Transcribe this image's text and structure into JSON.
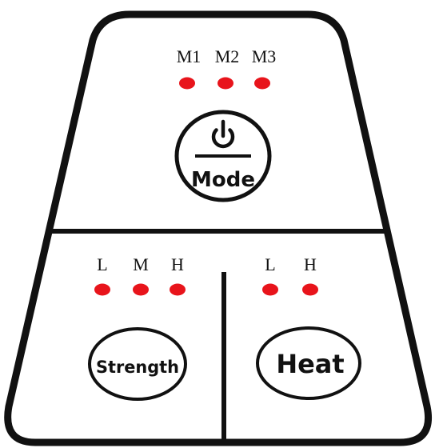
{
  "mode": {
    "indicators": [
      "M1",
      "M2",
      "M3"
    ],
    "button_label": "Mode",
    "icon": "power-icon"
  },
  "strength": {
    "indicators": [
      "L",
      "M",
      "H"
    ],
    "button_label": "Strength"
  },
  "heat": {
    "indicators": [
      "L",
      "H"
    ],
    "button_label": "Heat"
  },
  "colors": {
    "outline": "#111111",
    "led": "#e8141b",
    "background": "#ffffff"
  }
}
